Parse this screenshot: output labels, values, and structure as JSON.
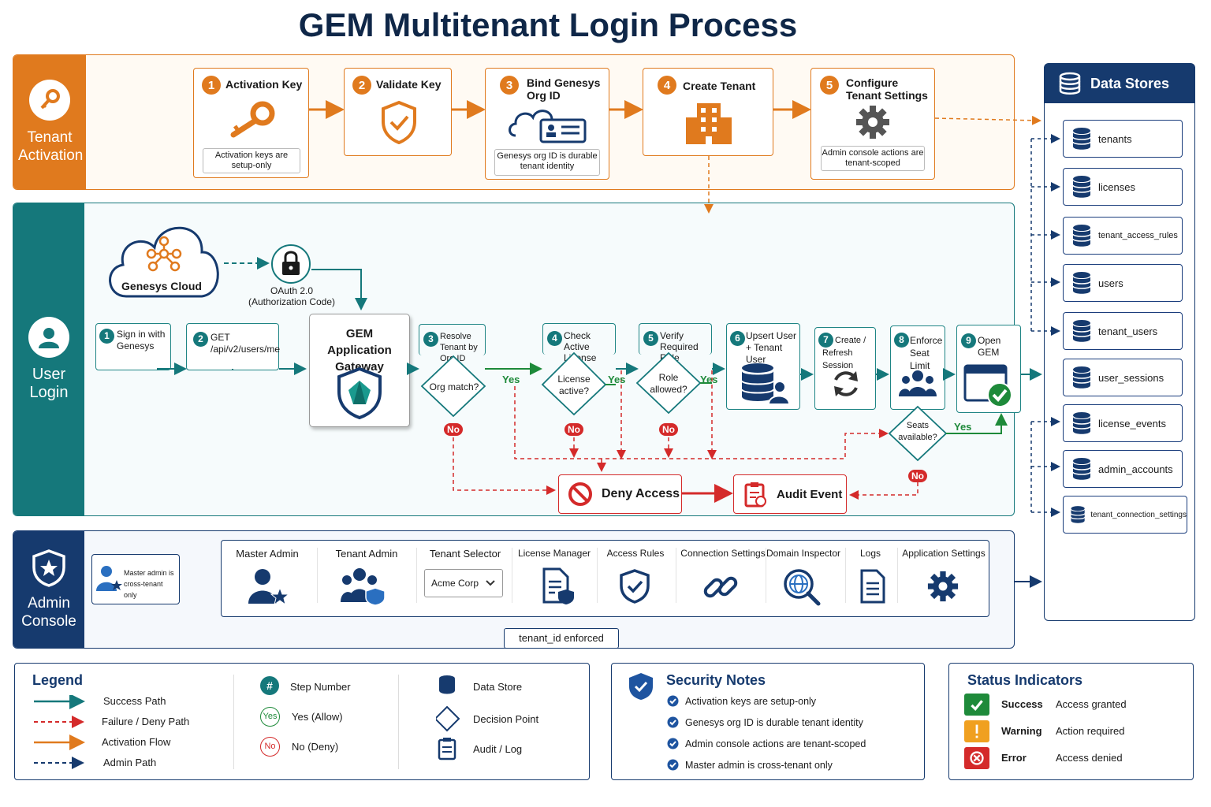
{
  "title": "GEM Multitenant Login Process",
  "colors": {
    "orange": "#e07a1e",
    "teal": "#15787b",
    "navy": "#163a6e",
    "red": "#d42a2a",
    "green": "#1e8a3a"
  },
  "sections": {
    "activation": "Tenant Activation",
    "login": "User Login",
    "admin": "Admin Console",
    "datastores": "Data Stores"
  },
  "activation_steps": [
    {
      "num": "1",
      "label": "Activation Key",
      "note": "Activation keys are setup-only",
      "icon": "key-icon"
    },
    {
      "num": "2",
      "label": "Validate Key",
      "icon": "shield-check-icon"
    },
    {
      "num": "3",
      "label": "Bind Genesys Org ID",
      "note": "Genesys org ID is durable tenant identity",
      "icon": "cloud-id-card-icon"
    },
    {
      "num": "4",
      "label": "Create Tenant",
      "icon": "building-icon"
    },
    {
      "num": "5",
      "label": "Configure Tenant Settings",
      "note": "Admin console actions are tenant-scoped",
      "icon": "gear-icon"
    }
  ],
  "login": {
    "genesys_cloud": "Genesys Cloud",
    "oauth": "OAuth 2.0",
    "oauth_sub": "(Authorization Code)",
    "gateway": "GEM Application Gateway",
    "steps": [
      {
        "num": "1",
        "label": "Sign in with Genesys"
      },
      {
        "num": "2",
        "label": "GET /api/v2/users/me"
      },
      {
        "num": "3",
        "label": "Resolve Tenant by Org ID",
        "decision": "Org match?"
      },
      {
        "num": "4",
        "label": "Check Active License",
        "decision": "License active?"
      },
      {
        "num": "5",
        "label": "Verify Required Role",
        "decision": "Role allowed?"
      },
      {
        "num": "6",
        "label": "Upsert User + Tenant User"
      },
      {
        "num": "7",
        "label": "Create / Refresh Session"
      },
      {
        "num": "8",
        "label": "Enforce Seat Limit",
        "decision": "Seats available?"
      },
      {
        "num": "9",
        "label": "Open GEM"
      }
    ],
    "yes": "Yes",
    "no": "No",
    "deny": "Deny Access",
    "audit": "Audit Event"
  },
  "data_stores": [
    "tenants",
    "licenses",
    "tenant_access_rules",
    "users",
    "tenant_users",
    "user_sessions",
    "license_events",
    "admin_accounts",
    "tenant_connection_settings"
  ],
  "admin": {
    "note": "Master admin is cross-tenant only",
    "columns": [
      "Master Admin",
      "Tenant Admin",
      "Tenant Selector",
      "License Manager",
      "Access Rules",
      "Connection Settings",
      "Domain Inspector",
      "Logs",
      "Application Settings"
    ],
    "selector_value": "Acme Corp",
    "enforced": "tenant_id enforced"
  },
  "legend": {
    "title": "Legend",
    "lines": [
      "Success Path",
      "Failure / Deny Path",
      "Activation Flow",
      "Admin Path"
    ],
    "symbols": [
      "Step Number",
      "Yes (Allow)",
      "No (Deny)"
    ],
    "symbol_badges": [
      "#",
      "Yes",
      "No"
    ],
    "shapes": [
      "Data Store",
      "Decision Point",
      "Audit / Log"
    ]
  },
  "security": {
    "title": "Security Notes",
    "items": [
      "Activation keys are setup-only",
      "Genesys org ID is durable tenant identity",
      "Admin console actions are tenant-scoped",
      "Master admin is cross-tenant only"
    ]
  },
  "status": {
    "title": "Status Indicators",
    "items": [
      {
        "name": "Success",
        "desc": "Access granted",
        "color": "#1e8a3a"
      },
      {
        "name": "Warning",
        "desc": "Action required",
        "color": "#f0a020"
      },
      {
        "name": "Error",
        "desc": "Access denied",
        "color": "#d42a2a"
      }
    ]
  }
}
